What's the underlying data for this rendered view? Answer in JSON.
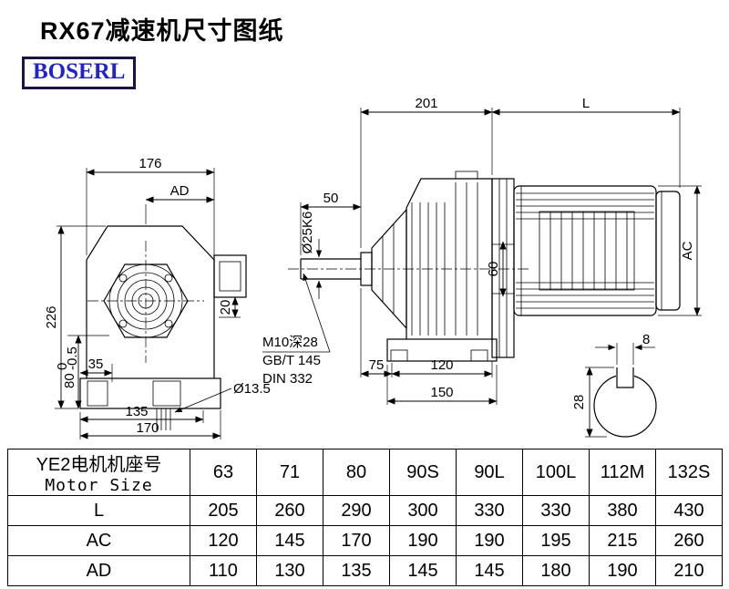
{
  "header": {
    "title": "RX67减速机尺寸图纸",
    "logo_text": "BOSERL"
  },
  "dims": {
    "front": {
      "w176": "176",
      "ad": "AD",
      "h226": "226",
      "h80": "80",
      "tol_top": "0",
      "tol_bot": "-0.5",
      "d35": "35",
      "d135": "135",
      "d170": "170",
      "d20": "20",
      "dia": "Ø13.5"
    },
    "side": {
      "d201": "201",
      "l": "L",
      "d50": "50",
      "shaft_dia": "Ø25K6",
      "d60": "60",
      "ac": "AC",
      "tap": "M10深28",
      "std1": "GB/T 145",
      "std2": "DIN 332",
      "d75": "75",
      "d120": "120",
      "d150": "150"
    },
    "section": {
      "w8": "8",
      "h28": "28"
    }
  },
  "table": {
    "col0_line1": "YE2电机机座号",
    "col0_line2": "Motor Size",
    "sizes": [
      "63",
      "71",
      "80",
      "90S",
      "90L",
      "100L",
      "112M",
      "132S"
    ],
    "rows": [
      {
        "label": "L",
        "values": [
          "205",
          "260",
          "290",
          "300",
          "330",
          "330",
          "380",
          "430"
        ]
      },
      {
        "label": "AC",
        "values": [
          "120",
          "145",
          "170",
          "190",
          "190",
          "195",
          "215",
          "260"
        ]
      },
      {
        "label": "AD",
        "values": [
          "110",
          "130",
          "135",
          "145",
          "145",
          "180",
          "190",
          "210"
        ]
      }
    ]
  }
}
